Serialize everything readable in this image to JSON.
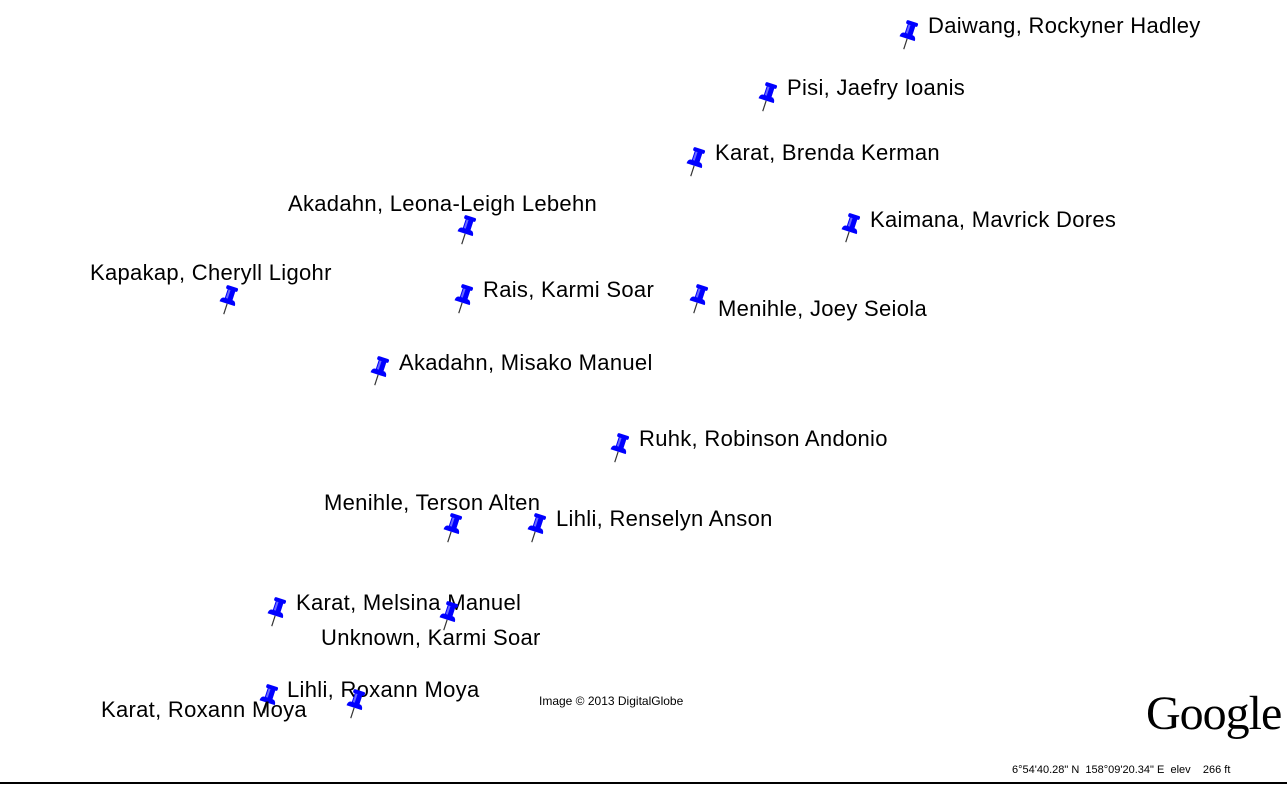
{
  "map": {
    "pin_color": "#0000ff",
    "placemarks": [
      {
        "id": "daiwang-rockyner-hadley",
        "label": "Daiwang, Rockyner Hadley",
        "icon": "pushpin-icon"
      },
      {
        "id": "pisi-jaefry-ioanis",
        "label": "Pisi, Jaefry Ioanis",
        "icon": "pushpin-icon"
      },
      {
        "id": "karat-brenda-kerman",
        "label": "Karat, Brenda Kerman",
        "icon": "pushpin-icon"
      },
      {
        "id": "akadahn-leona-leigh-lebehn",
        "label": "Akadahn, Leona-Leigh Lebehn",
        "icon": "pushpin-icon"
      },
      {
        "id": "kaimana-mavrick-dores",
        "label": "Kaimana, Mavrick  Dores",
        "icon": "pushpin-icon"
      },
      {
        "id": "kapakap-cheryll-ligohr",
        "label": "Kapakap, Cheryll Ligohr",
        "icon": "pushpin-icon"
      },
      {
        "id": "rais-karmi-soar",
        "label": "Rais, Karmi Soar",
        "icon": "pushpin-icon"
      },
      {
        "id": "menihle-joey-seiola",
        "label": "Menihle, Joey Seiola",
        "icon": "pushpin-icon"
      },
      {
        "id": "akadahn-misako-manuel",
        "label": "Akadahn, Misako Manuel",
        "icon": "pushpin-icon"
      },
      {
        "id": "ruhk-robinson-andonio",
        "label": "Ruhk, Robinson Andonio",
        "icon": "pushpin-icon"
      },
      {
        "id": "menihle-terson-alten",
        "label": "Menihle, Terson Alten",
        "icon": "pushpin-icon"
      },
      {
        "id": "lihli-renselyn-anson",
        "label": "Lihli, Renselyn Anson",
        "icon": "pushpin-icon"
      },
      {
        "id": "karat-melsina-manuel",
        "label": "Karat, Melsina Manuel",
        "icon": "pushpin-icon"
      },
      {
        "id": "unknown-karmi-soar",
        "label": "Unknown, Karmi Soar",
        "icon": "pushpin-icon"
      },
      {
        "id": "lihli-roxann-moya",
        "label": "Lihli, Roxann Moya",
        "icon": "pushpin-icon"
      },
      {
        "id": "karat-roxann-moya",
        "label": "Karat, Roxann Moya",
        "icon": "pushpin-icon"
      }
    ]
  },
  "imagery_credit": "Image © 2013 DigitalGlobe",
  "logo_text": "Google",
  "status_bar": {
    "latitude": "6°54'40.28\" N",
    "longitude": "158°09'20.34\" E",
    "elevation_label": "elev",
    "elevation_value": "266 ft"
  }
}
